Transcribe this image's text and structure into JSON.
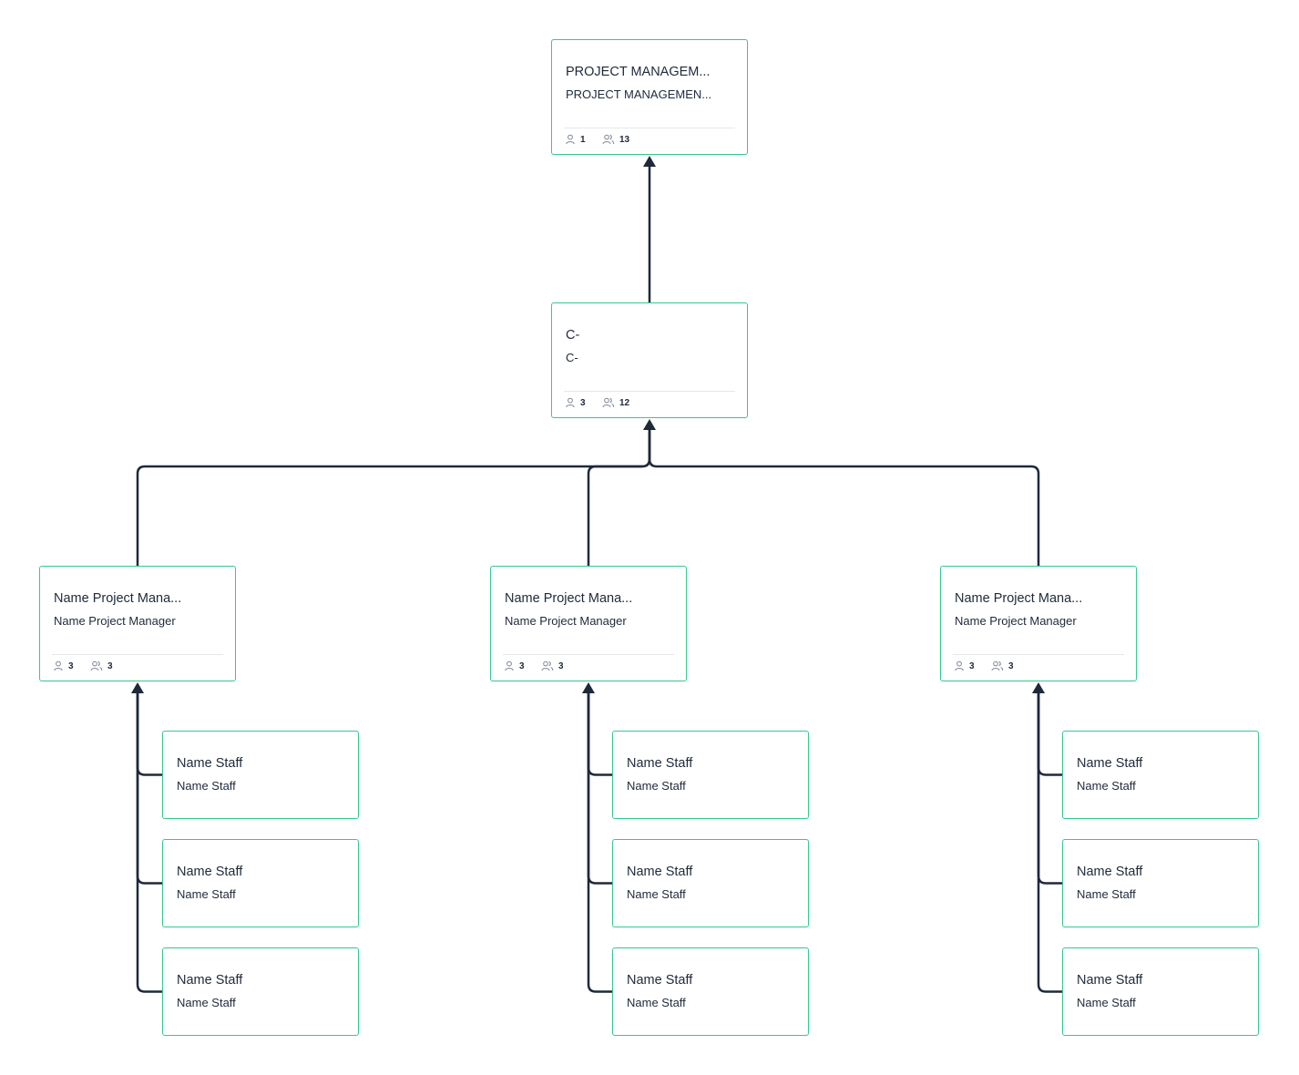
{
  "colors": {
    "node_border": "#34c98e",
    "connector": "#1e293b",
    "text": "#1e2a3a"
  },
  "icons": {
    "direct_reports": "person-icon",
    "total_reports": "people-icon"
  },
  "nodes": [
    {
      "id": "root",
      "title": "PROJECT MANAGEM...",
      "subtitle": "PROJECT MANAGEMEN...",
      "direct_reports": "1",
      "total_reports": "13"
    },
    {
      "id": "c",
      "title": "C-",
      "subtitle": "C-",
      "direct_reports": "3",
      "total_reports": "12"
    },
    {
      "id": "pm1",
      "title": "Name Project Mana...",
      "subtitle": "Name Project Manager",
      "direct_reports": "3",
      "total_reports": "3"
    },
    {
      "id": "pm2",
      "title": "Name Project Mana...",
      "subtitle": "Name Project Manager",
      "direct_reports": "3",
      "total_reports": "3"
    },
    {
      "id": "pm3",
      "title": "Name Project Mana...",
      "subtitle": "Name Project Manager",
      "direct_reports": "3",
      "total_reports": "3"
    },
    {
      "id": "s1a",
      "title": "Name Staff",
      "subtitle": "Name Staff"
    },
    {
      "id": "s1b",
      "title": "Name Staff",
      "subtitle": "Name Staff"
    },
    {
      "id": "s1c",
      "title": "Name Staff",
      "subtitle": "Name Staff"
    },
    {
      "id": "s2a",
      "title": "Name Staff",
      "subtitle": "Name Staff"
    },
    {
      "id": "s2b",
      "title": "Name Staff",
      "subtitle": "Name Staff"
    },
    {
      "id": "s2c",
      "title": "Name Staff",
      "subtitle": "Name Staff"
    },
    {
      "id": "s3a",
      "title": "Name Staff",
      "subtitle": "Name Staff"
    },
    {
      "id": "s3b",
      "title": "Name Staff",
      "subtitle": "Name Staff"
    },
    {
      "id": "s3c",
      "title": "Name Staff",
      "subtitle": "Name Staff"
    }
  ],
  "edges": [
    {
      "from": "c",
      "to": "root"
    },
    {
      "from": "pm1",
      "to": "c"
    },
    {
      "from": "pm2",
      "to": "c"
    },
    {
      "from": "pm3",
      "to": "c"
    },
    {
      "from": "s1a",
      "to": "pm1"
    },
    {
      "from": "s1b",
      "to": "pm1"
    },
    {
      "from": "s1c",
      "to": "pm1"
    },
    {
      "from": "s2a",
      "to": "pm2"
    },
    {
      "from": "s2b",
      "to": "pm2"
    },
    {
      "from": "s2c",
      "to": "pm2"
    },
    {
      "from": "s3a",
      "to": "pm3"
    },
    {
      "from": "s3b",
      "to": "pm3"
    },
    {
      "from": "s3c",
      "to": "pm3"
    }
  ]
}
